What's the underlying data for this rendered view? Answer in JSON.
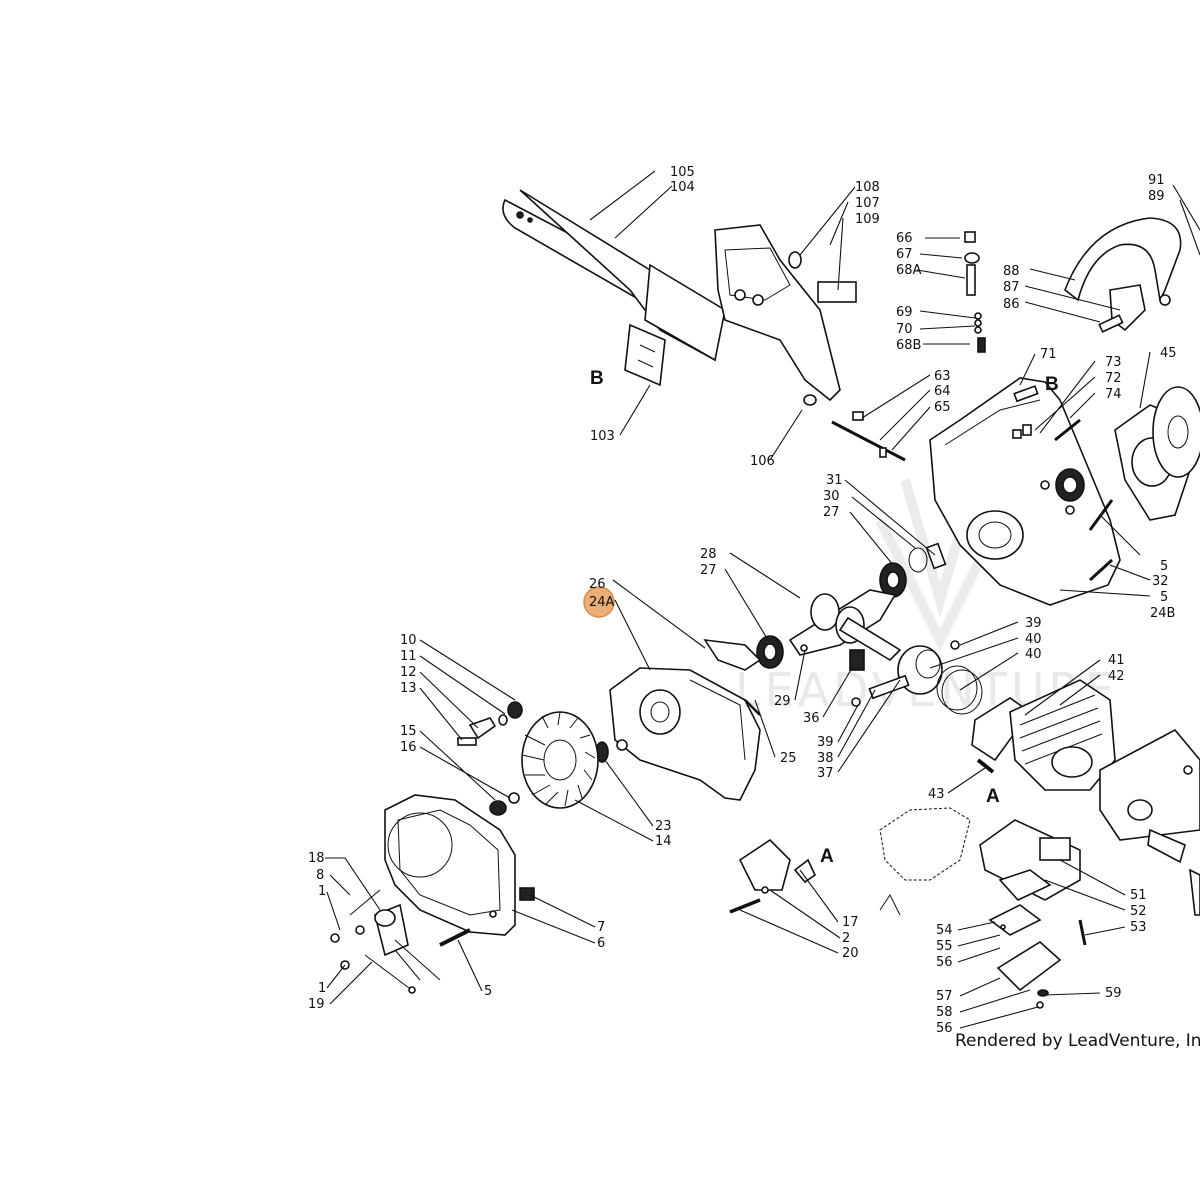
{
  "watermark": "LEADVENTURE",
  "credit": "Rendered by LeadVenture, Inc",
  "highlighted_callout": "24A",
  "callouts": {
    "c105": "105",
    "c104": "104",
    "c108": "108",
    "c107": "107",
    "c109": "109",
    "c103": "103",
    "c106": "106",
    "cB1": "B",
    "cB2": "B",
    "c66": "66",
    "c67": "67",
    "c68A": "68A",
    "c69": "69",
    "c70": "70",
    "c68B": "68B",
    "c71": "71",
    "c73": "73",
    "c72": "72",
    "c74": "74",
    "c45": "45",
    "c91": "91",
    "c89": "89",
    "c88": "88",
    "c87": "87",
    "c86": "86",
    "c63": "63",
    "c64": "64",
    "c65": "65",
    "c31": "31",
    "c30": "30",
    "c27a": "27",
    "c5a": "5",
    "c32": "32",
    "c5b": "5",
    "c24B": "24B",
    "c28": "28",
    "c27b": "27",
    "c26": "26",
    "c24A": "24A",
    "c39a": "39",
    "c40a": "40",
    "c40b": "40",
    "c41": "41",
    "c42": "42",
    "c29": "29",
    "c36": "36",
    "c39b": "39",
    "c38": "38",
    "c37": "37",
    "c25": "25",
    "c10": "10",
    "c11": "11",
    "c12": "12",
    "c13": "13",
    "c15": "15",
    "c16": "16",
    "c23": "23",
    "c14": "14",
    "c43": "43",
    "cA1": "A",
    "cA2": "A",
    "c18": "18",
    "c8": "8",
    "c1a": "1",
    "c1b": "1",
    "c19": "19",
    "c7": "7",
    "c6": "6",
    "c5c": "5",
    "c17": "17",
    "c2": "2",
    "c20": "20",
    "c51": "51",
    "c52": "52",
    "c53": "53",
    "c54": "54",
    "c55": "55",
    "c56a": "56",
    "c57": "57",
    "c58": "58",
    "c59": "59",
    "c56b": "56"
  }
}
